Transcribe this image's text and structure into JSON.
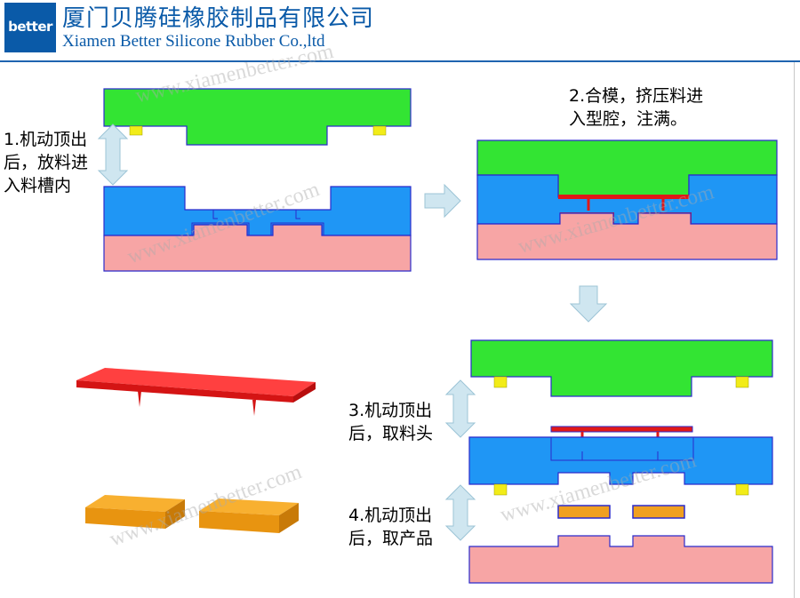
{
  "header": {
    "logo_text": "better",
    "company_cn": "厦门贝腾硅橡胶制品有限公司",
    "company_en": "Xiamen Better Silicone Rubber Co.,ltd"
  },
  "steps": {
    "step1_line1": "1.机动顶出",
    "step1_line2": "后，放料进",
    "step1_line3": "入料槽内",
    "step2_line1": "2.合模，挤压料进",
    "step2_line2": "入型腔，注满。",
    "step3_line1": "3.机动顶出",
    "step3_line2": "后，取料头",
    "step4_line1": "4.机动顶出",
    "step4_line2": "后，取产品"
  },
  "watermark": "www.xiamenbetter.com",
  "colors": {
    "top_plate": "#33e433",
    "middle_plate": "#1f96f5",
    "bottom_plate": "#f7a5a5",
    "outline": "#2b2bcc",
    "pin": "#f2ec18",
    "material": "#e01818",
    "product": "#f0a020",
    "arrow": "#cfe6f0"
  }
}
